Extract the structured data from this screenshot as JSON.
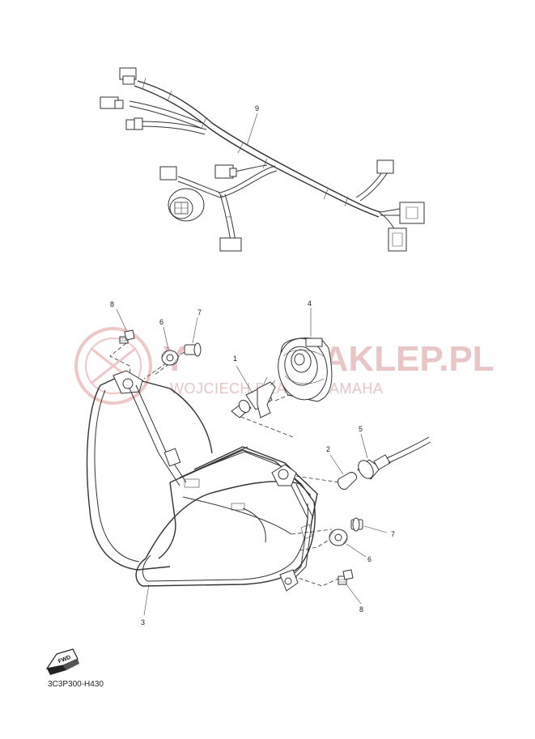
{
  "watermark": {
    "brand": "MAKLEP.PL",
    "brand_prefix": "Y",
    "tagline": "WOJCIECH  DEALER YAMAHA"
  },
  "callouts": {
    "c1": "1",
    "c2": "2",
    "c3": "3",
    "c4": "4",
    "c5": "5",
    "c6a": "6",
    "c6b": "6",
    "c7a": "7",
    "c7b": "7",
    "c8a": "8",
    "c8b": "8",
    "c9": "9"
  },
  "fwd_label": "FWD",
  "diagram_code": "3C3P300-H430"
}
